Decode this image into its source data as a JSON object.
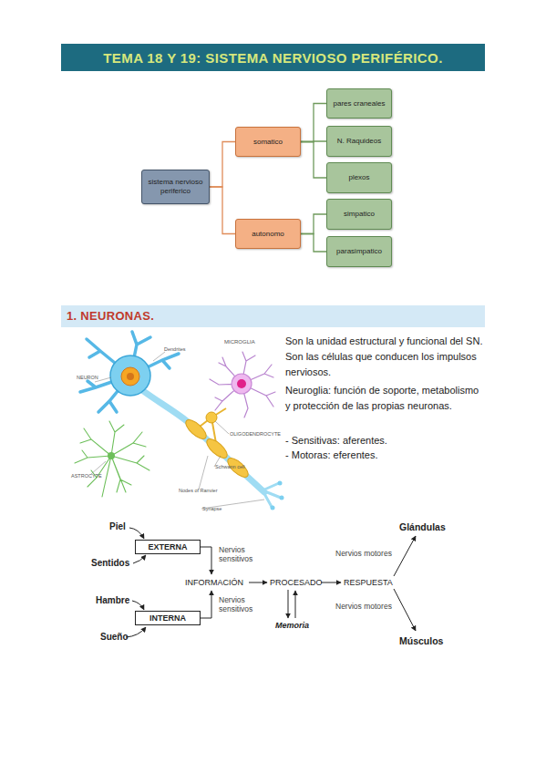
{
  "diagram": {
    "title": "TEMA 18 Y 19: SISTEMA NERVIOSO PERIFÉRICO.",
    "nodes": [
      {
        "text": [
          "sistema nervioso periferico"
        ]
      },
      {
        "text": [
          "somatico"
        ]
      },
      {
        "text": [
          "pares craneales"
        ]
      },
      {
        "text": [
          "N. Raquideos"
        ]
      },
      {
        "text": [
          "plexos"
        ]
      },
      {
        "text": [
          "autonomo"
        ]
      },
      {
        "text": [
          "simpatico"
        ]
      },
      {
        "text": [
          "parasimpatico"
        ]
      },
      {
        "text": [
          "1. NEURONAS."
        ]
      },
      {
        "text": [
          "EXTERNA"
        ]
      },
      {
        "text": [
          "INTERNA"
        ]
      }
    ],
    "edges": [
      {
        "from": 0,
        "to": 1,
        "arrow": "none"
      },
      {
        "from": 0,
        "to": 5,
        "arrow": "none"
      },
      {
        "from": 1,
        "to": 2,
        "arrow": "none"
      },
      {
        "from": 1,
        "to": 3,
        "arrow": "none"
      },
      {
        "from": 1,
        "to": 4,
        "arrow": "none"
      },
      {
        "from": 5,
        "to": 6,
        "arrow": "none"
      },
      {
        "from": 5,
        "to": 7,
        "arrow": "none"
      }
    ],
    "labels": [
      "Son la unidad estructural y funcional del SN. Son las células que conducen los impulsos nerviosos.",
      "Neuroglia: función de soporte, metabolismo y protección de las propias neuronas.",
      "- Sensitivas: aferentes.",
      "- Motoras: eferentes.",
      "MICROGLIA",
      "NEURON",
      "Dendrites",
      "OLIGODENDROCYTE",
      "ASTROCYTE",
      "Schwann cell",
      "Nodes of Ranvier",
      "Synapse",
      "Piel",
      "Sentidos",
      "Hambre",
      "Sueño",
      "Nervios sensitivos",
      "Nervios sensitivos",
      "INFORMACIÓN",
      "PROCESADO",
      "Memoria",
      "RESPUESTA",
      "Nervios motores",
      "Nervios motores",
      "Glándulas",
      "Músculos"
    ]
  }
}
